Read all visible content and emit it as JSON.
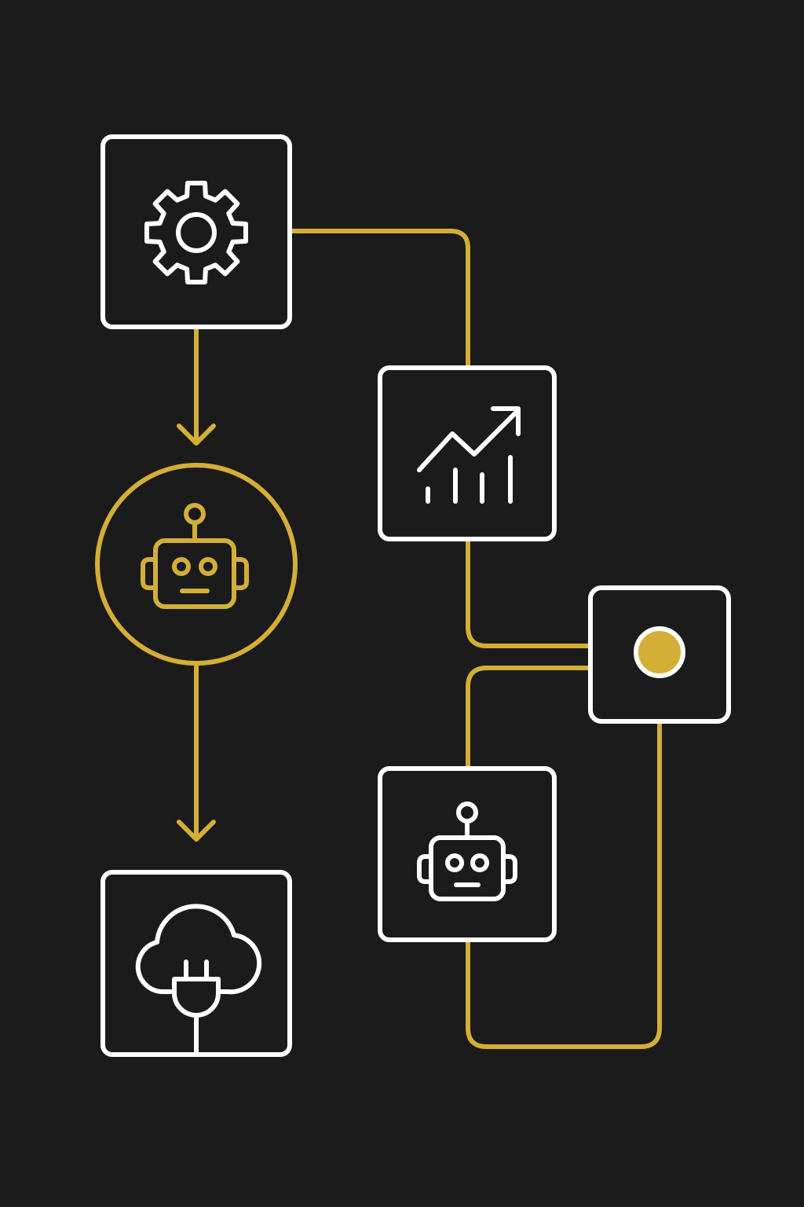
{
  "colors": {
    "background": "#1b1b1b",
    "box_stroke": "#ffffff",
    "connector": "#d4af37",
    "accent_fill": "#d4af37"
  },
  "nodes": [
    {
      "name": "settings-node",
      "icon": "gear-icon"
    },
    {
      "name": "ai-agent-node",
      "icon": "robot-icon",
      "highlighted": true
    },
    {
      "name": "cloud-plug-node",
      "icon": "cloud-plug-icon"
    },
    {
      "name": "analytics-node",
      "icon": "growth-chart-icon"
    },
    {
      "name": "hub-node",
      "icon": "dot-icon"
    },
    {
      "name": "bot-node",
      "icon": "robot-icon"
    }
  ],
  "edges": [
    {
      "from": "settings-node",
      "to": "ai-agent-node",
      "arrow": true
    },
    {
      "from": "ai-agent-node",
      "to": "cloud-plug-node",
      "arrow": true
    },
    {
      "from": "settings-node",
      "to": "analytics-node",
      "arrow": false
    },
    {
      "from": "analytics-node",
      "to": "hub-node",
      "arrow": false
    },
    {
      "from": "hub-node",
      "to": "bot-node",
      "arrow": false
    },
    {
      "from": "bot-node",
      "to": "hub-node",
      "arrow": false
    }
  ]
}
